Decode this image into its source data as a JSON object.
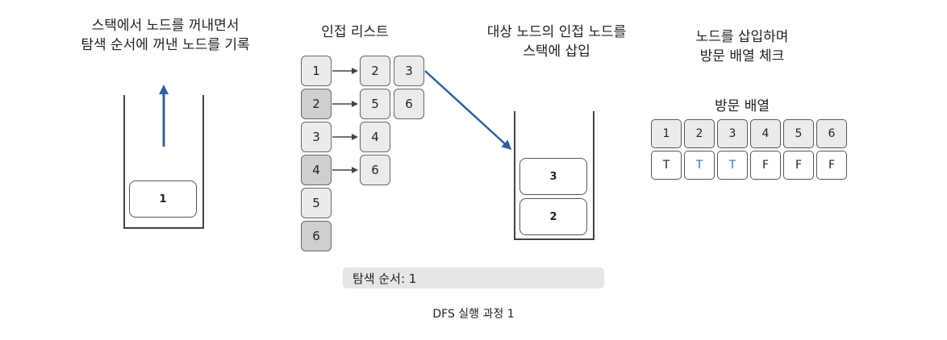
{
  "left_caption": [
    "스택에서 노드를 꺼내면서",
    "탐색 순서에 꺼낸 노드를 기록"
  ],
  "left_stack": [
    "1"
  ],
  "adjacency_title": "인접 리스트",
  "adjacency": [
    {
      "node": "1",
      "neighbors": [
        "2",
        "3"
      ]
    },
    {
      "node": "2",
      "neighbors": [
        "5",
        "6"
      ]
    },
    {
      "node": "3",
      "neighbors": [
        "4"
      ]
    },
    {
      "node": "4",
      "neighbors": [
        "6"
      ]
    },
    {
      "node": "5",
      "neighbors": []
    },
    {
      "node": "6",
      "neighbors": []
    }
  ],
  "middle_caption": [
    "대상 노드의 인접 노드를",
    "스택에 삽입"
  ],
  "middle_stack": [
    "3",
    "2"
  ],
  "right_caption": [
    "노드를 삽입하며",
    "방문 배열 체크"
  ],
  "visited_title": "방문 배열",
  "visited_headers": [
    "1",
    "2",
    "3",
    "4",
    "5",
    "6"
  ],
  "visited_values": [
    "T",
    "T",
    "T",
    "F",
    "F",
    "F"
  ],
  "visited_highlight": [
    false,
    true,
    true,
    false,
    false,
    false
  ],
  "order_text": "탐색 순서: 1",
  "figure_caption": "DFS 실행 과정 1",
  "colors": {
    "arrow_blue": "#2f5f9e",
    "highlight_text": "#3b6fb0"
  }
}
